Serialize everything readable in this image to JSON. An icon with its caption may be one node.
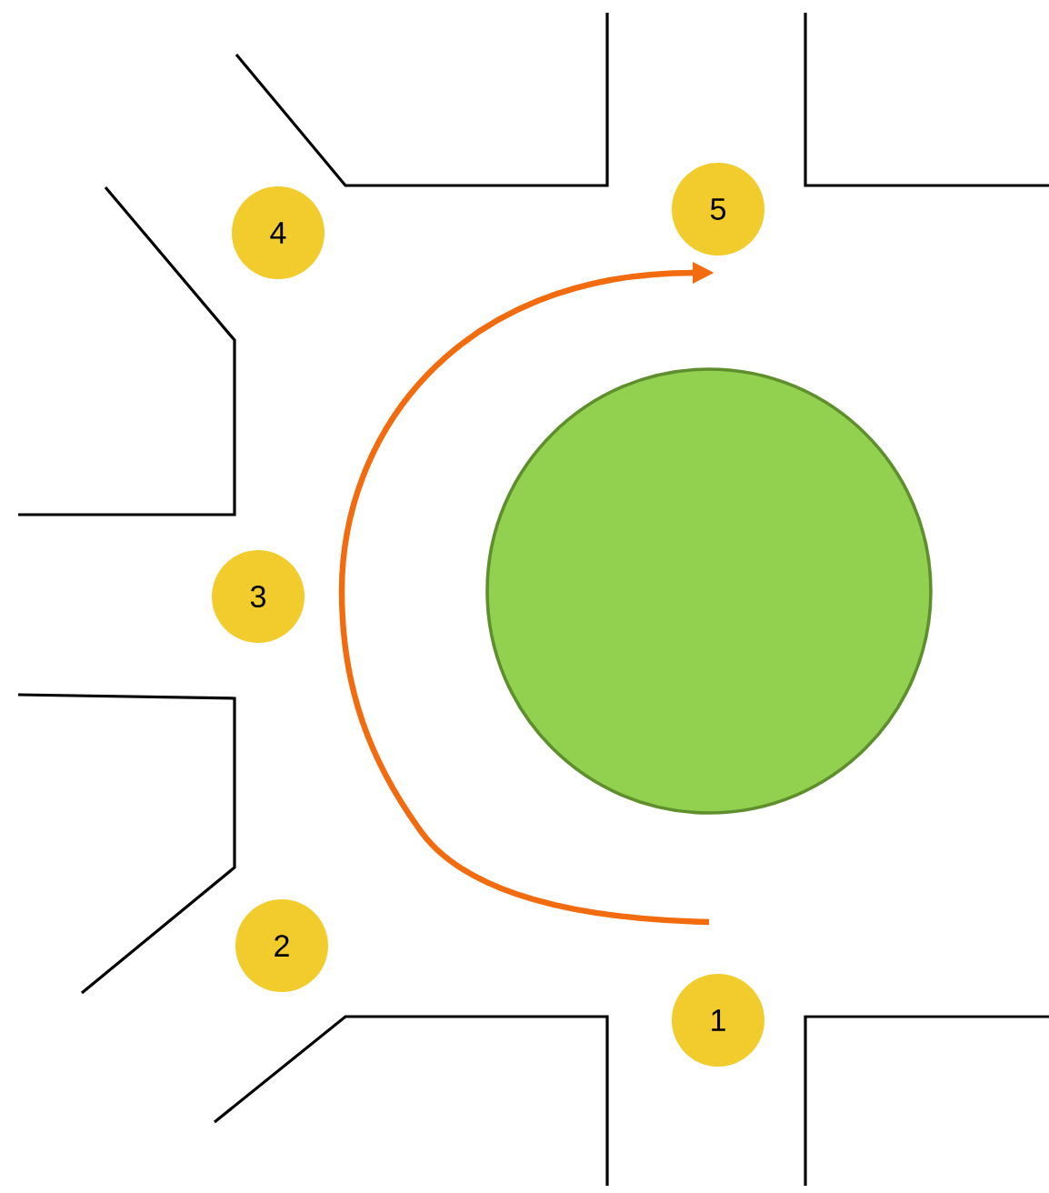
{
  "diagram": {
    "nodes": [
      {
        "text": [
          "1"
        ]
      },
      {
        "text": [
          "2"
        ]
      },
      {
        "text": [
          "3"
        ]
      },
      {
        "text": [
          "4"
        ]
      },
      {
        "text": [
          "5"
        ]
      },
      {
        "text": [],
        "shape": "circle"
      }
    ]
  }
}
